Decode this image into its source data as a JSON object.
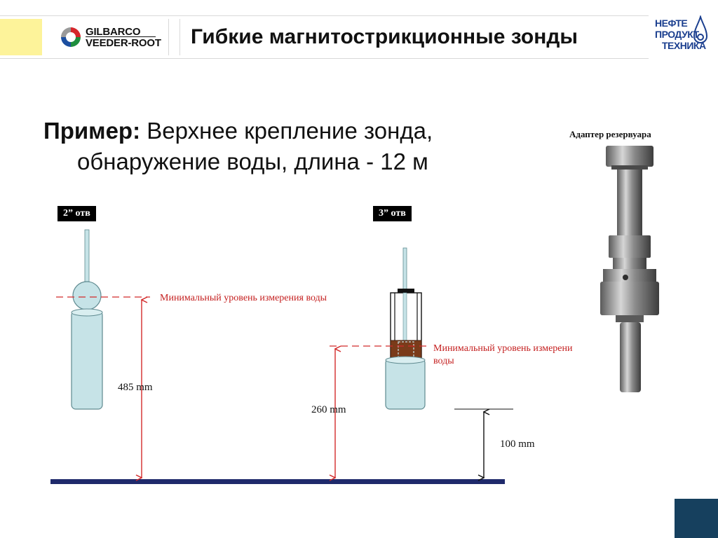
{
  "header": {
    "title": "Гибкие магнитострикционные зонды",
    "logo_left_line1": "GILBARCO",
    "logo_left_line2": "VEEDER-ROOT",
    "logo_right_line1": "НЕФТЕ",
    "logo_right_line2": "ПРОДУКТ",
    "logo_right_line3": "ТЕХНИКА"
  },
  "example": {
    "label": "Пример:",
    "line1": "Верхнее крепление зонда,",
    "line2": "обнаружение воды, длина - 12 м"
  },
  "adapter_label": "Адаптер резервуара",
  "probe_2in": {
    "hole_label": "2” отв",
    "min_level_label": "Минимальный уровень измерения воды",
    "dimension": "485 mm"
  },
  "probe_3in": {
    "hole_label": "3” отв",
    "min_level_label_line1": "Минимальный уровень измерени",
    "min_level_label_line2": "воды",
    "dimension": "260 mm"
  },
  "adapter_dimension": "100 mm",
  "colors": {
    "float": "#c6e3e7",
    "float_stroke": "#5f8a90",
    "red": "#d22a2a",
    "floor": "#1f2a6b",
    "magnet": "#7a3b1a",
    "steel": "#7e7e7e"
  }
}
